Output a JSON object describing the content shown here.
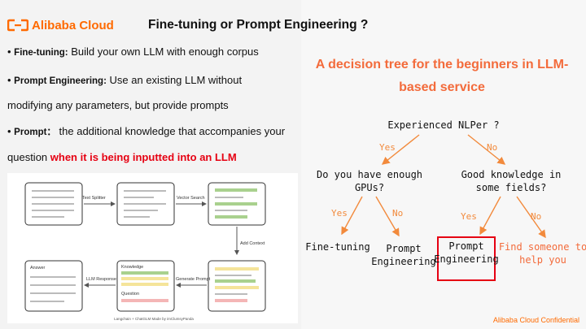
{
  "brand": {
    "name": "Alibaba Cloud",
    "color": "#ff6a00"
  },
  "title": "Fine-tuning or Prompt Engineering ?",
  "bullets": [
    {
      "term": "Fine-tuning:",
      "text": " Build your own LLM with enough corpus"
    },
    {
      "term": "Prompt Engineering:",
      "text": " Use an existing LLM without"
    },
    {
      "cont": "modifying  any parameters, but provide prompts"
    },
    {
      "term": "Prompt",
      "sep": "：",
      "text": " the additional knowledge that accompanies your"
    },
    {
      "cont": "question ",
      "highlight": "when it is being inputted into an LLM"
    }
  ],
  "pipeline": {
    "steps": [
      "Text Splitter",
      "Vector Search",
      "Add Context",
      "Generate Prompt",
      "LLM Response"
    ],
    "labels": {
      "answer": "Answer",
      "knowledge": "Knowledge",
      "question": "Question"
    },
    "caption": "Langchain + ChatGLM Made by imClumsyPanda"
  },
  "decision_tree": {
    "title_line1": "A decision tree for the beginners in LLM-",
    "title_line2": "based service",
    "title_color": "#f36b3b",
    "root": "Experienced NLPer ?",
    "yes": "Yes",
    "no": "No",
    "left_q": [
      "Do you have enough",
      "GPUs?"
    ],
    "right_q": [
      "Good knowledge in",
      "some fields?"
    ],
    "leaves": {
      "fine_tuning": "Fine-tuning",
      "prompt_eng_1": [
        "Prompt",
        "Engineering"
      ],
      "prompt_eng_2": [
        "Prompt",
        "Engineering"
      ],
      "find_someone": [
        "Find someone to",
        "help you"
      ]
    },
    "highlight_color": "#e60012"
  },
  "footer": "Alibaba Cloud Confidential"
}
